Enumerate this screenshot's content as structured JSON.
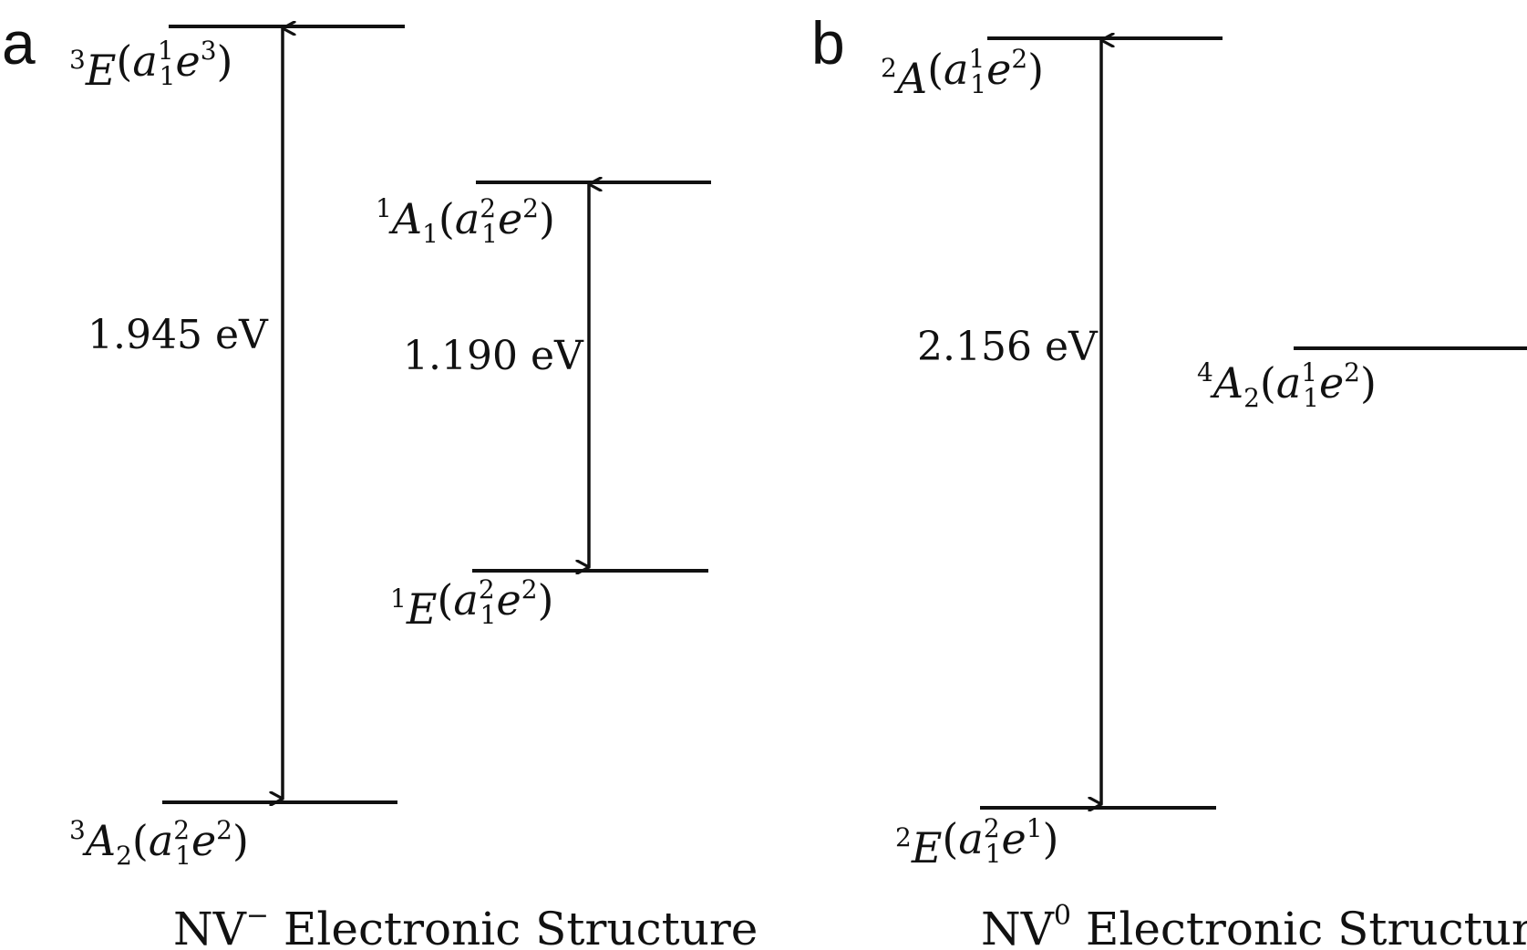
{
  "panels": [
    {
      "letter": "a",
      "caption": {
        "prefix": "NV",
        "sup": "−",
        "suffix": " Electronic Structure"
      },
      "levels": [
        {
          "id": "3E",
          "mult": "3",
          "sym": "E",
          "sub": "",
          "a1_sup": "1",
          "a1_sub": "1",
          "e_sup": "3"
        },
        {
          "id": "1A1",
          "mult": "1",
          "sym": "A",
          "sub": "1",
          "a1_sup": "2",
          "a1_sub": "1",
          "e_sup": "2"
        },
        {
          "id": "1E",
          "mult": "1",
          "sym": "E",
          "sub": "",
          "a1_sup": "2",
          "a1_sub": "1",
          "e_sup": "2"
        },
        {
          "id": "3A2",
          "mult": "3",
          "sym": "A",
          "sub": "2",
          "a1_sup": "2",
          "a1_sub": "1",
          "e_sup": "2"
        }
      ],
      "transitions": [
        {
          "from": "3A2",
          "to": "3E",
          "label": "1.945 eV"
        },
        {
          "from": "1E",
          "to": "1A1",
          "label": "1.190 eV"
        }
      ]
    },
    {
      "letter": "b",
      "caption": {
        "prefix": "NV",
        "sup": "0",
        "suffix": " Electronic Structure"
      },
      "levels": [
        {
          "id": "2A",
          "mult": "2",
          "sym": "A",
          "sub": "",
          "a1_sup": "1",
          "a1_sub": "1",
          "e_sup": "2"
        },
        {
          "id": "4A2",
          "mult": "4",
          "sym": "A",
          "sub": "2",
          "a1_sup": "1",
          "a1_sub": "1",
          "e_sup": "2"
        },
        {
          "id": "2E",
          "mult": "2",
          "sym": "E",
          "sub": "",
          "a1_sup": "2",
          "a1_sub": "1",
          "e_sup": "1"
        }
      ],
      "transitions": [
        {
          "from": "2E",
          "to": "2A",
          "label": "2.156 eV"
        }
      ]
    }
  ]
}
